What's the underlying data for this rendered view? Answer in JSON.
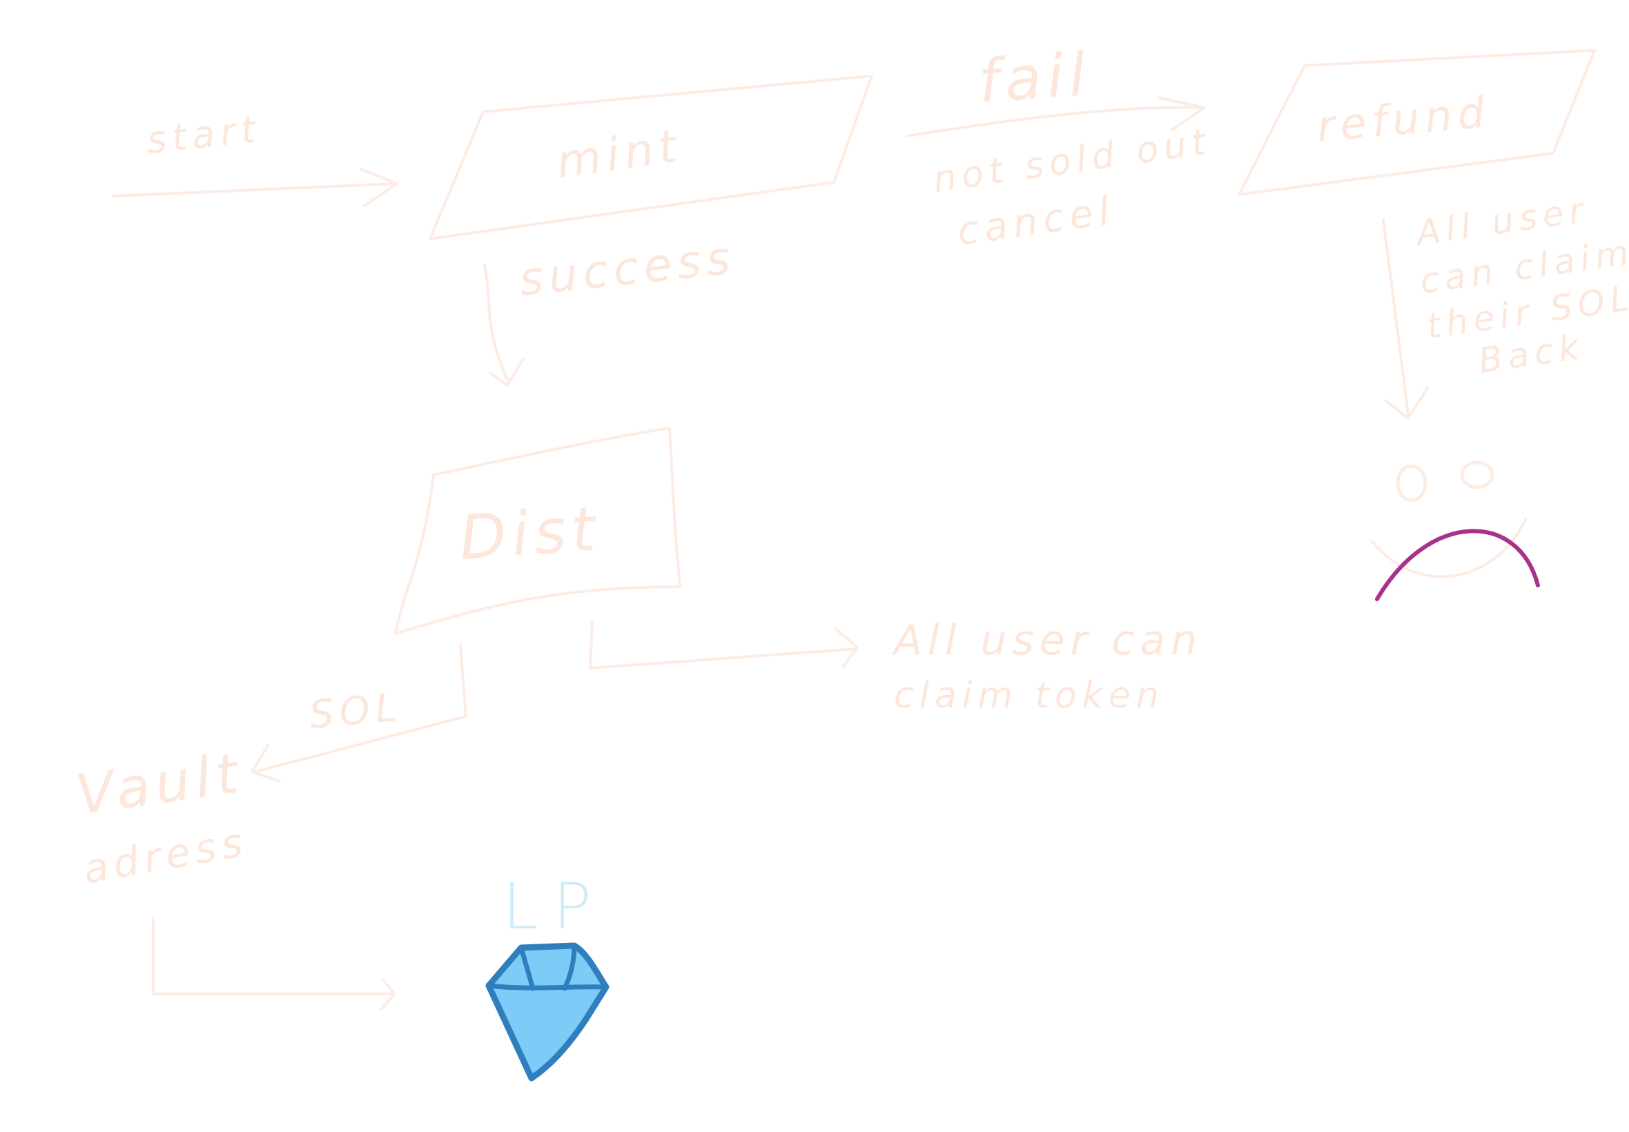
{
  "diagram": {
    "labels": {
      "start": "start",
      "mint": "mint",
      "fail": "fail",
      "refund": "refund",
      "not_sold_out": "not sold out",
      "cancel": "cancel",
      "success": "success",
      "refund_note_line1": "All user",
      "refund_note_line2": "can claim",
      "refund_note_line3": "their SOL",
      "refund_note_line4": "Back",
      "dist": "Dist",
      "sol": "SOL",
      "claim_line1": "All user can",
      "claim_line2": "claim token",
      "vault_line1": "Vault",
      "vault_line2": "adress",
      "lp": "LP"
    },
    "colors": {
      "faint": "#fdece3",
      "faint_text": "#fde6da",
      "frown": "#a8328a",
      "gem_fill": "#7dccf7",
      "gem_stroke": "#2f7fbf",
      "lp_text": "#cfeaf9"
    },
    "icons": [
      "sad-face-icon",
      "diamond-gem-icon"
    ]
  }
}
